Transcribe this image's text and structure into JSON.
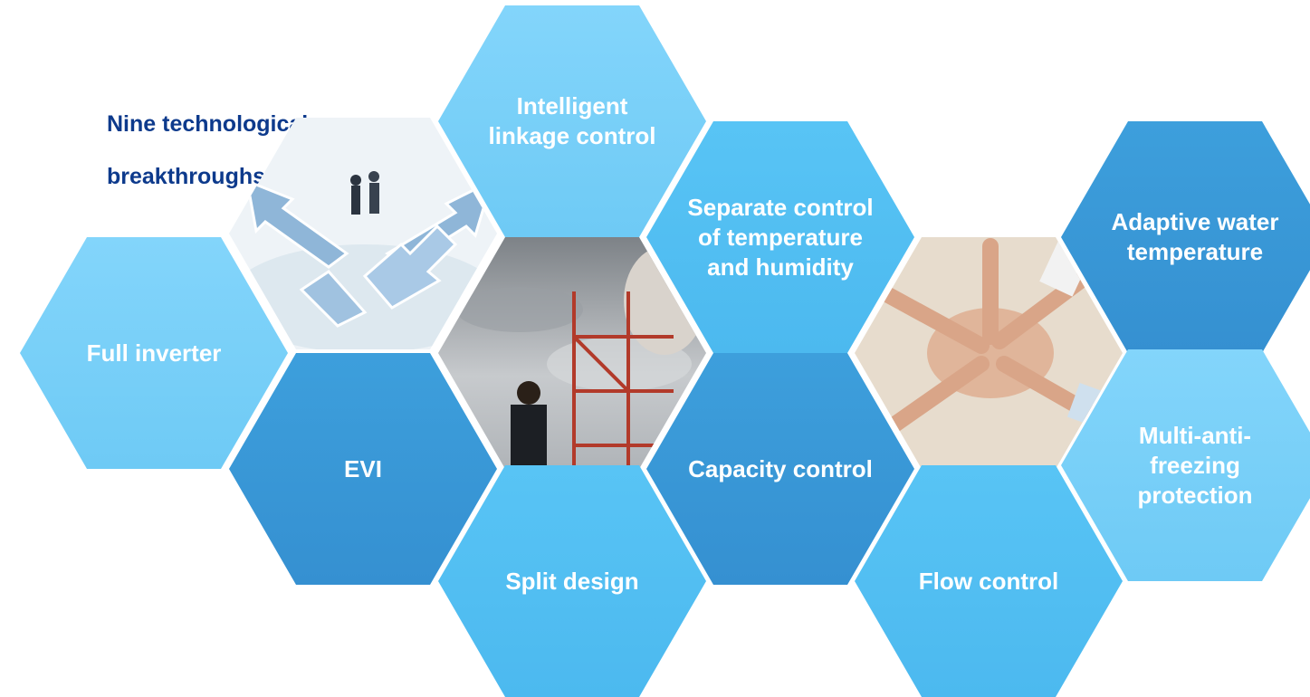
{
  "title": "Nine technological breakthroughs",
  "hexagons": [
    {
      "label": "Intelligent linkage control"
    },
    {
      "label": "Separate control of temperature and humidity"
    },
    {
      "label": "Adaptive water temperature"
    },
    {
      "label": "Full inverter"
    },
    {
      "label": "EVI"
    },
    {
      "label": "Capacity control"
    },
    {
      "label": "Multi-anti-freezing protection"
    },
    {
      "label": "Split design"
    },
    {
      "label": "Flow control"
    }
  ],
  "images": [
    {
      "icon": "arrows-business-people-image"
    },
    {
      "icon": "businessman-scaffolding-image"
    },
    {
      "icon": "teamwork-hands-image"
    }
  ]
}
